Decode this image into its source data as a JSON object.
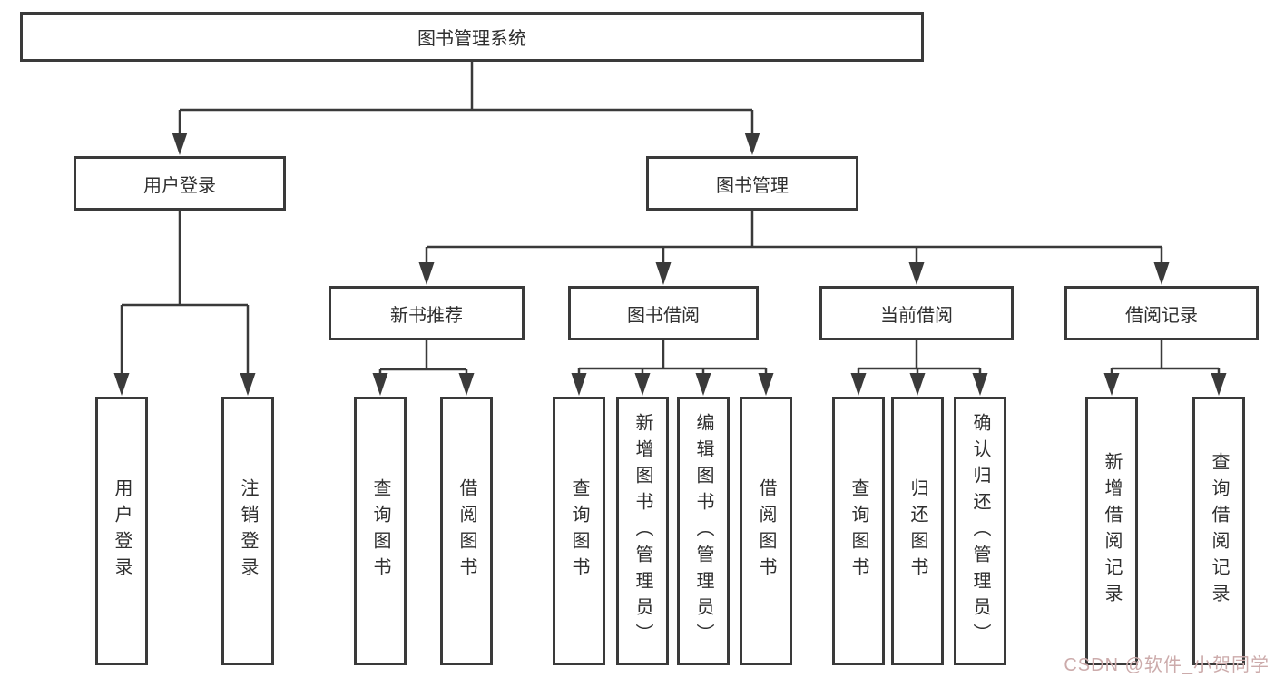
{
  "colors": {
    "ink": "#3a3a3a",
    "text": "#2f2f2f",
    "watermark": "#ccabab"
  },
  "tree": {
    "label": "图书管理系统",
    "children": [
      {
        "label": "用户登录",
        "children": [
          {
            "label": "用户登录"
          },
          {
            "label": "注销登录"
          }
        ]
      },
      {
        "label": "图书管理",
        "children": [
          {
            "label": "新书推荐",
            "children": [
              {
                "label": "查询图书"
              },
              {
                "label": "借阅图书"
              }
            ]
          },
          {
            "label": "图书借阅",
            "children": [
              {
                "label": "查询图书"
              },
              {
                "label": "新增图书（管理员）"
              },
              {
                "label": "编辑图书（管理员）"
              },
              {
                "label": "借阅图书"
              }
            ]
          },
          {
            "label": "当前借阅",
            "children": [
              {
                "label": "查询图书"
              },
              {
                "label": "归还图书"
              },
              {
                "label": "确认归还（管理员）"
              }
            ]
          },
          {
            "label": "借阅记录",
            "children": [
              {
                "label": "新增借阅记录"
              },
              {
                "label": "查询借阅记录"
              }
            ]
          }
        ]
      }
    ]
  },
  "watermark": {
    "text": "CSDN @软件_小贺同学"
  }
}
